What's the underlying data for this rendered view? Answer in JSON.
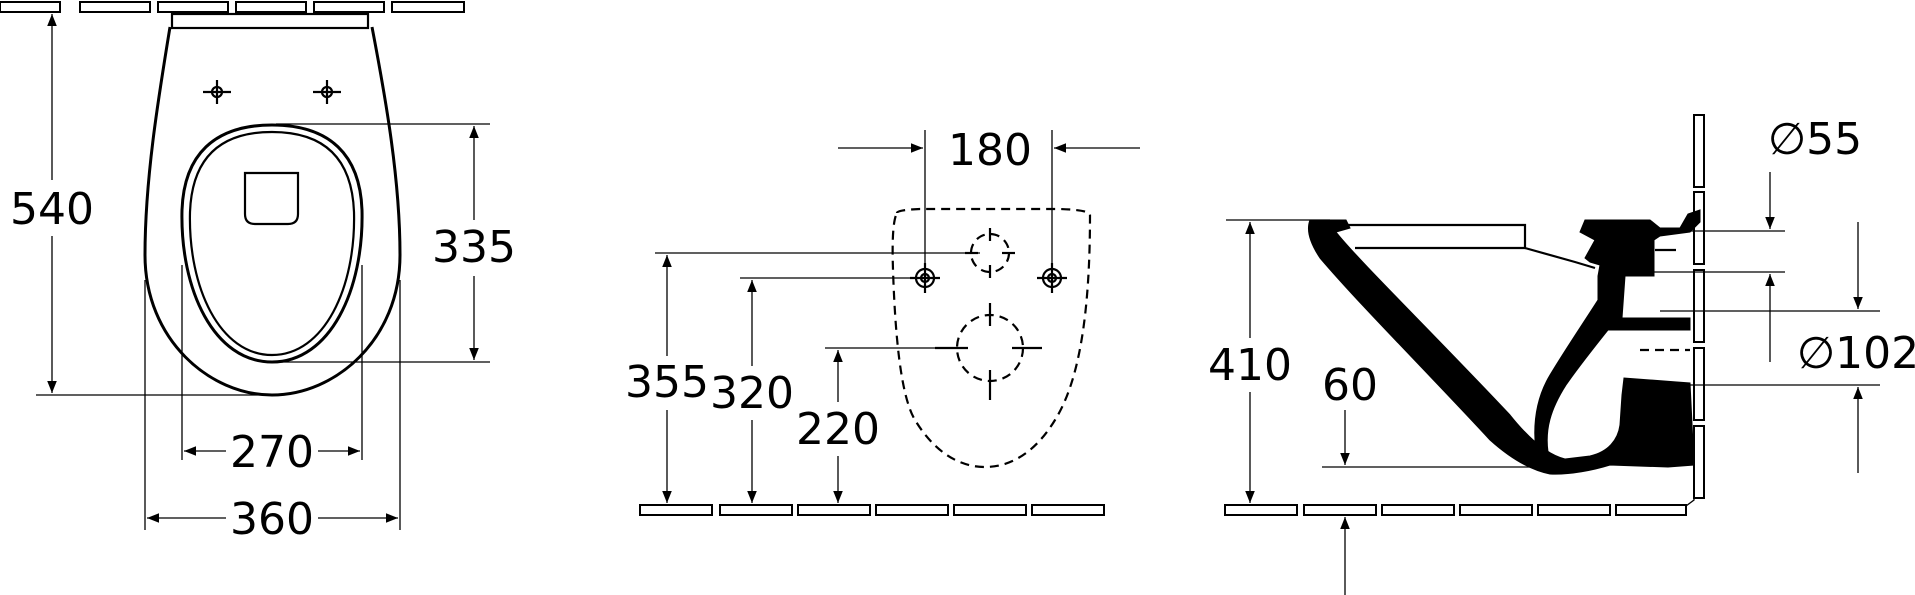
{
  "dimensions": {
    "front_height": "540",
    "seat_depth": "335",
    "seat_width": "270",
    "total_width": "360",
    "bolt_spacing": "180",
    "height_355": "355",
    "height_320": "320",
    "height_220": "220",
    "side_height": "410",
    "floor_offset": "60",
    "inlet_diameter": "∅55",
    "outlet_diameter": "∅102"
  },
  "colors": {
    "line": "#000000",
    "background": "#ffffff"
  }
}
